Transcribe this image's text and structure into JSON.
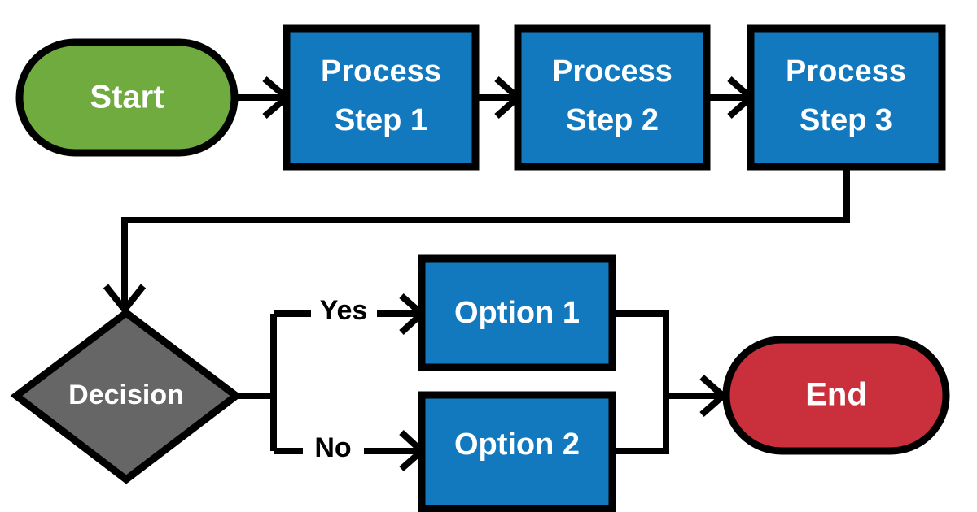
{
  "diagram": {
    "type": "flowchart",
    "background": "#ffffff",
    "palette": {
      "start": "#6fab3f",
      "process": "#1279be",
      "decision": "#666666",
      "end": "#c9303c",
      "stroke": "#000000",
      "text": "#ffffff",
      "edge_label_text": "#000000"
    },
    "nodes": [
      {
        "id": "start",
        "label": "Start",
        "shape": "stadium",
        "color": "#6fab3f"
      },
      {
        "id": "step1",
        "label_line1": "Process",
        "label_line2": "Step 1",
        "shape": "rectangle",
        "color": "#1279be"
      },
      {
        "id": "step2",
        "label_line1": "Process",
        "label_line2": "Step 2",
        "shape": "rectangle",
        "color": "#1279be"
      },
      {
        "id": "step3",
        "label_line1": "Process",
        "label_line2": "Step 3",
        "shape": "rectangle",
        "color": "#1279be"
      },
      {
        "id": "decision",
        "label": "Decision",
        "shape": "diamond",
        "color": "#666666"
      },
      {
        "id": "option1",
        "label": "Option 1",
        "shape": "rectangle",
        "color": "#1279be"
      },
      {
        "id": "option2",
        "label": "Option 2",
        "shape": "rectangle",
        "color": "#1279be"
      },
      {
        "id": "end",
        "label": "End",
        "shape": "stadium",
        "color": "#c9303c"
      }
    ],
    "edges": [
      {
        "from": "start",
        "to": "step1",
        "label": ""
      },
      {
        "from": "step1",
        "to": "step2",
        "label": ""
      },
      {
        "from": "step2",
        "to": "step3",
        "label": ""
      },
      {
        "from": "step3",
        "to": "decision",
        "label": ""
      },
      {
        "from": "decision",
        "to": "option1",
        "label": "Yes"
      },
      {
        "from": "decision",
        "to": "option2",
        "label": "No"
      },
      {
        "from": "option1",
        "to": "end",
        "label": ""
      },
      {
        "from": "option2",
        "to": "end",
        "label": ""
      }
    ],
    "edge_labels": {
      "yes": "Yes",
      "no": "No"
    }
  }
}
